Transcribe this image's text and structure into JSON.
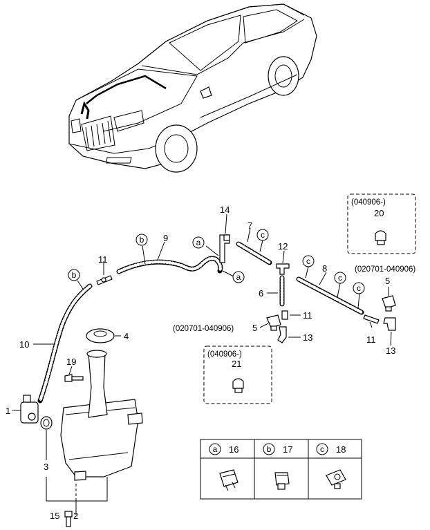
{
  "part_numbers": {
    "p1": "1",
    "p2": "2",
    "p3": "3",
    "p4": "4",
    "p5a": "5",
    "p5b": "5",
    "p6": "6",
    "p7": "7",
    "p8": "8",
    "p9": "9",
    "p10": "10",
    "p11a": "11",
    "p11b": "11",
    "p11c": "11",
    "p12": "12",
    "p13a": "13",
    "p13b": "13",
    "p14": "14",
    "p15": "15",
    "p19": "19",
    "p20": "20",
    "p21": "21"
  },
  "clip_letters": {
    "a": "a",
    "b": "b",
    "c": "c"
  },
  "date_notes": {
    "box_top": "(040906-)",
    "box_bottom": "(040906-)",
    "right_range": "(020701-040906)",
    "middle_range": "(020701-040906)"
  },
  "legend": [
    {
      "letter": "a",
      "part": "16"
    },
    {
      "letter": "b",
      "part": "17"
    },
    {
      "letter": "c",
      "part": "18"
    }
  ]
}
